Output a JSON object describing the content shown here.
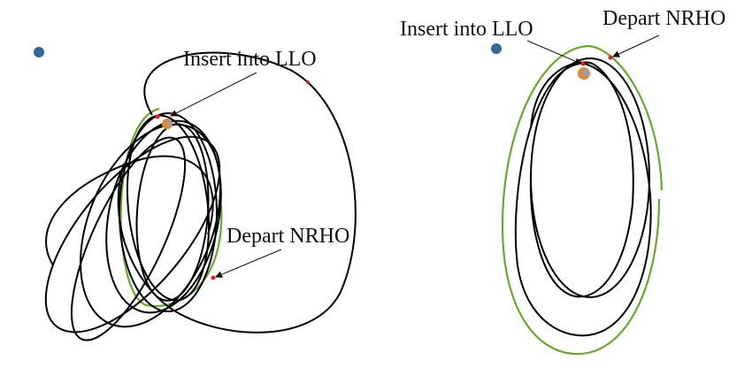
{
  "panels": [
    {
      "id": "left",
      "annotations": {
        "insert": "Insert into LLO",
        "depart": "Depart NRHO"
      }
    },
    {
      "id": "right",
      "annotations": {
        "insert": "Insert into LLO",
        "depart": "Depart NRHO"
      }
    }
  ],
  "colors": {
    "earth": "#2f6a9a",
    "moon": "#e08a35",
    "moon_core": "#9aa0a8",
    "nrho_orbit": "#6aa82e",
    "transfer_trajectory": "#000000",
    "event_marker": "#e02020"
  }
}
